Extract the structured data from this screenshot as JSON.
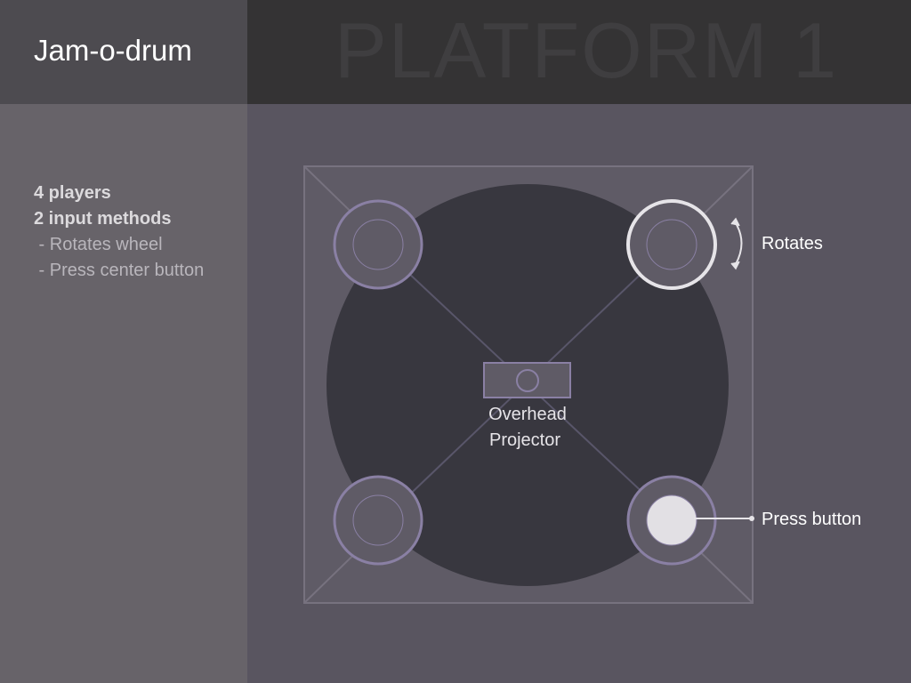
{
  "header": {
    "app_title": "Jam-o-drum",
    "platform_title": "PLATFORM 1"
  },
  "info": {
    "players": "4 players",
    "methods": "2 input methods",
    "method_1": " - Rotates wheel",
    "method_2": " - Press center button"
  },
  "diagram": {
    "center_label_line1": "Overhead",
    "center_label_line2": "Projector",
    "rotates_label": "Rotates",
    "press_label": "Press button"
  },
  "colors": {
    "background": "#595560",
    "table": "#38373f",
    "pad_ring": "#8a80a4",
    "highlight": "#e6e4e8"
  }
}
